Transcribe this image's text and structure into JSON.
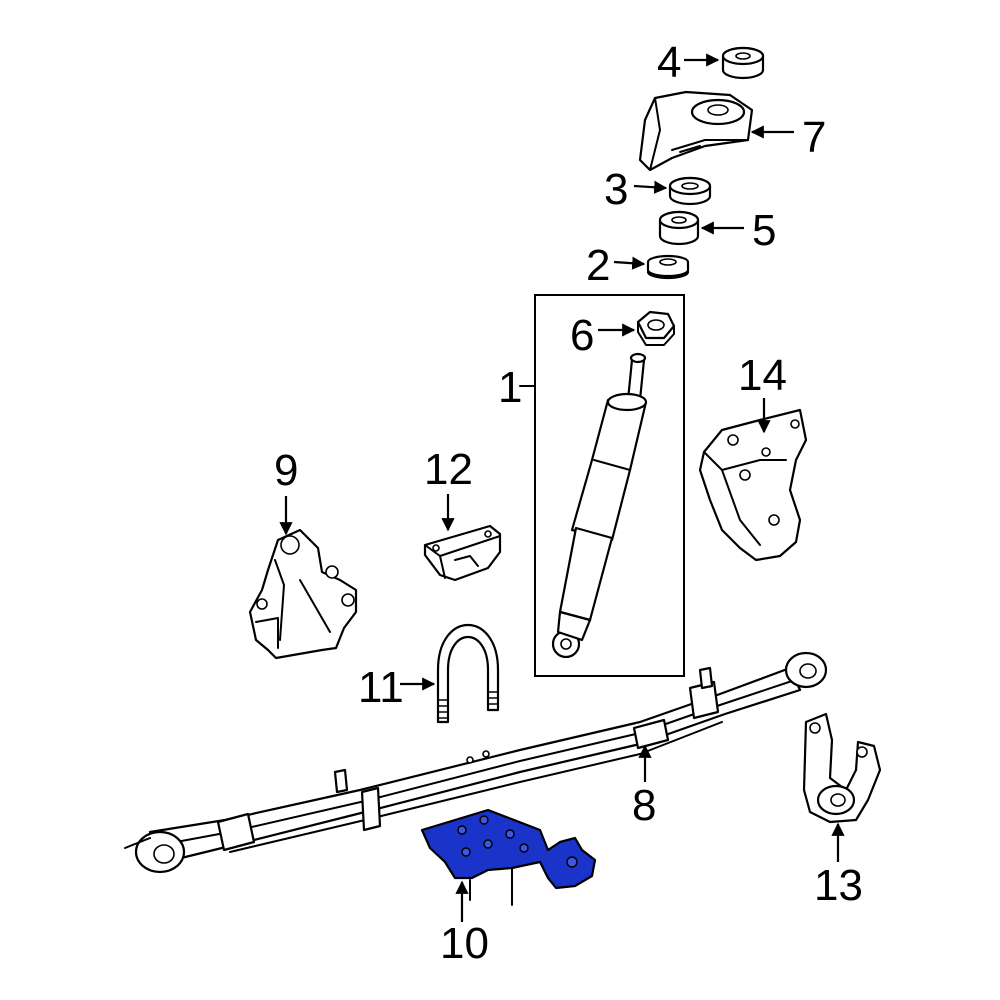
{
  "callouts": {
    "c1": "1",
    "c2": "2",
    "c3": "3",
    "c4": "4",
    "c5": "5",
    "c6": "6",
    "c7": "7",
    "c8": "8",
    "c9": "9",
    "c10": "10",
    "c11": "11",
    "c12": "12",
    "c13": "13",
    "c14": "14"
  },
  "colors": {
    "highlight": "#1a33c8",
    "line": "#000000",
    "background": "#ffffff"
  }
}
